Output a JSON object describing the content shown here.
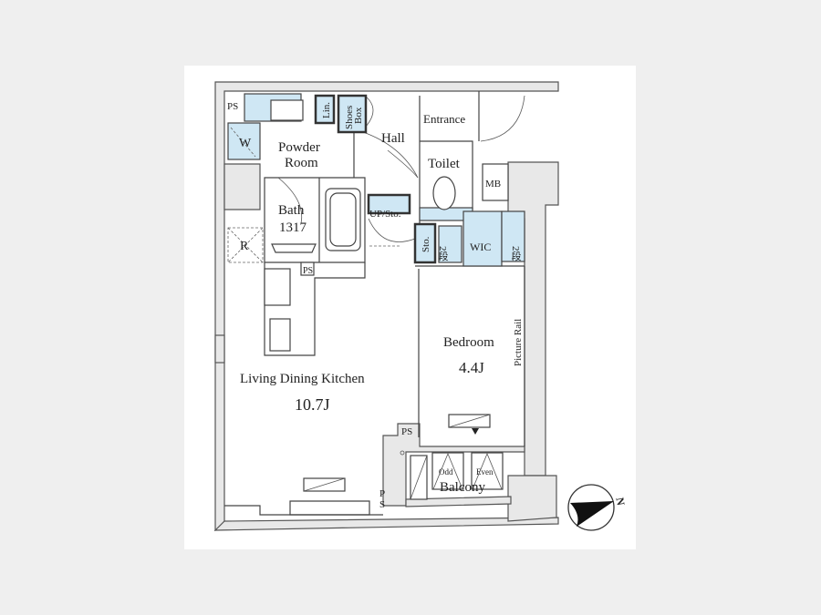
{
  "plan": {
    "rooms": {
      "ps_top": "PS",
      "linen": "Lin.",
      "shoes_box_1": "Shoes",
      "shoes_box_2": "Box",
      "entrance": "Entrance",
      "washer": "W",
      "powder_room_1": "Powder",
      "powder_room_2": "Room",
      "hall": "Hall",
      "toilet": "Toilet",
      "meter_box": "MB",
      "bath": "Bath",
      "bath_size": "1317",
      "up_storage": "UP/Sto.",
      "storage": "Sto.",
      "shelf_left": "2段",
      "wic": "WIC",
      "shelf_right": "2段",
      "refrigerator": "R",
      "ps_kitchen": "PS",
      "bedroom": "Bedroom",
      "bedroom_size": "4.4J",
      "picture_rail": "Picture Rail",
      "ldk": "Living Dining Kitchen",
      "ldk_size": "10.7J",
      "ps_balcony": "PS",
      "ps_balcony_v1": "P",
      "ps_balcony_v2": "S",
      "odd": "Odd",
      "even": "Even",
      "balcony": "Balcony"
    },
    "compass": {
      "north_label": "N"
    },
    "colors": {
      "storage_fill": "#cfe7f4",
      "wall_fill": "#e8e8e8"
    }
  }
}
